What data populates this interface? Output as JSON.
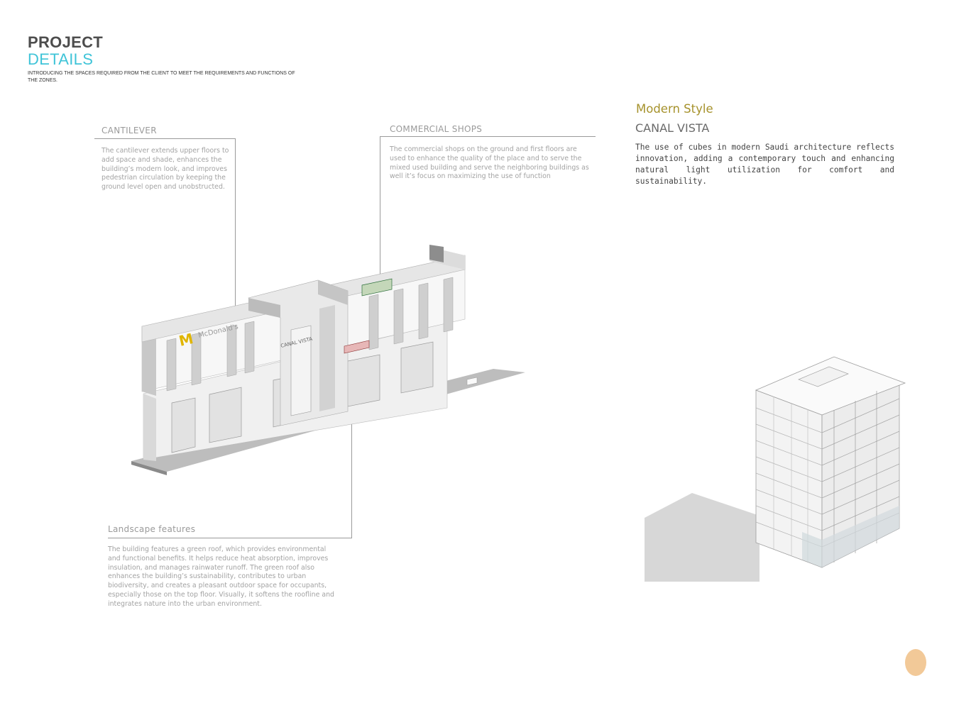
{
  "header": {
    "title_line1": "PROJECT",
    "title_line2": "DETAILS",
    "subtitle": "INTRODUCING THE SPACES  REQUIRED FROM THE CLIENT TO MEET THE REQUIREMENTS AND FUNCTIONS OF THE ZONES."
  },
  "callouts": {
    "cantilever": {
      "title": "CANTILEVER",
      "text": "The cantilever extends upper floors to add space and shade, enhances the building’s modern look,  and improves pedestrian circulation by keeping the ground level open and unobstructed."
    },
    "commercial": {
      "title": "COMMERCIAL  SHOPS",
      "text": "The commercial shops on the ground and first floors are used to enhance the quality of the place and to serve the mixed used building  and serve the neighboring buildings as well  it’s focus on maximizing the use of function"
    },
    "landscape": {
      "title": "Landscape features",
      "text": "The building features a green roof, which provides environmental and functional benefits. It helps reduce heat absorption, improves insulation, and manages rainwater runoff. The green roof also enhances the building’s sustainability, contributes to urban biodiversity, and creates a pleasant outdoor space for occupants, especially those on the top floor. Visually, it softens the roofline and integrates nature into the urban environment."
    }
  },
  "style": {
    "label": "Modern Style",
    "name": "CANAL VISTA",
    "description": "The use of cubes in modern Saudi architecture reflects innovation, adding a contemporary touch and enhancing natural light utilization  for comfort and sustainability."
  },
  "facade": {
    "sign_left": "McDonald's",
    "sign_center": "CANAL VISTA"
  },
  "colors": {
    "accent_cyan": "#3fc4d8",
    "accent_gold": "#a6922c",
    "badge": "#f2c998"
  }
}
